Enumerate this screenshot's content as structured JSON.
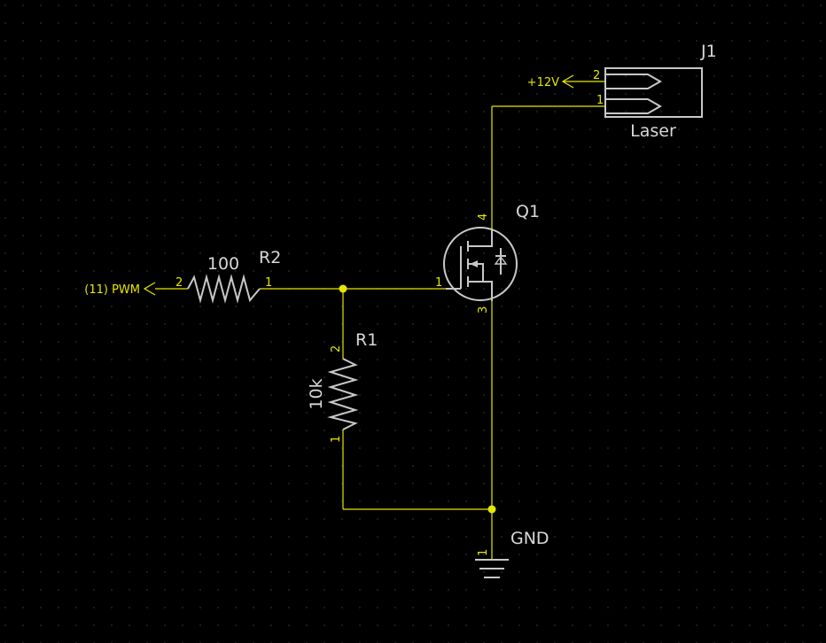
{
  "schematic": {
    "components": {
      "r2": {
        "ref": "R2",
        "value": "100",
        "pin_left": "2",
        "pin_right": "1"
      },
      "r1": {
        "ref": "R1",
        "value": "10k",
        "pin_top": "2",
        "pin_bottom": "1"
      },
      "q1": {
        "ref": "Q1",
        "pin_gate": "1",
        "pin_drain": "4",
        "pin_source": "3"
      },
      "j1": {
        "ref": "J1",
        "value": "Laser",
        "pin_top": "2",
        "pin_bottom": "1"
      },
      "gnd": {
        "label": "GND",
        "pin": "1"
      }
    },
    "nets": {
      "pwm": "(11) PWM",
      "v12": "+12V"
    },
    "colors": {
      "background": "#000000",
      "grid_dot": "#2a2a2a",
      "wire": "#e6e600",
      "part": "#c8c8c8",
      "text": "#d8d8d8"
    }
  }
}
